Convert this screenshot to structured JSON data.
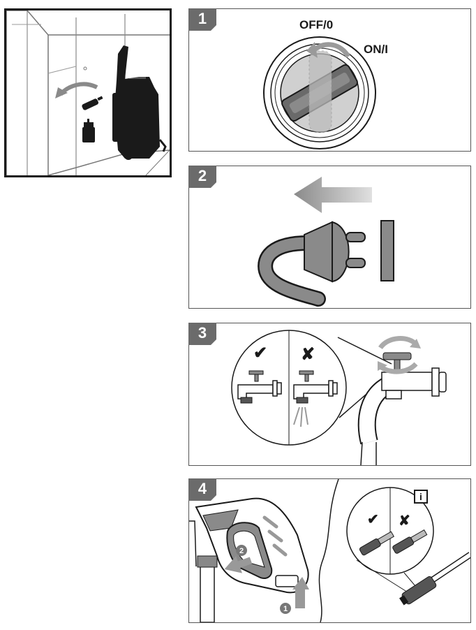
{
  "steps": [
    {
      "number": "1",
      "labels": {
        "off": "OFF/0",
        "on": "ON/I"
      }
    },
    {
      "number": "2"
    },
    {
      "number": "3",
      "symbols": {
        "correct": "✔",
        "wrong": "✘"
      }
    },
    {
      "number": "4",
      "symbols": {
        "correct": "✔",
        "wrong": "✘",
        "info": "i"
      },
      "callouts": [
        "1",
        "2"
      ]
    }
  ],
  "colors": {
    "dark": "#1a1a1a",
    "mid": "#8a8a8a",
    "light": "#c8c8c8",
    "badge": "#6b6b6b",
    "line": "#555555"
  },
  "icons": [
    "arrow-left-icon",
    "plug-icon",
    "tap-icon",
    "info-icon"
  ]
}
